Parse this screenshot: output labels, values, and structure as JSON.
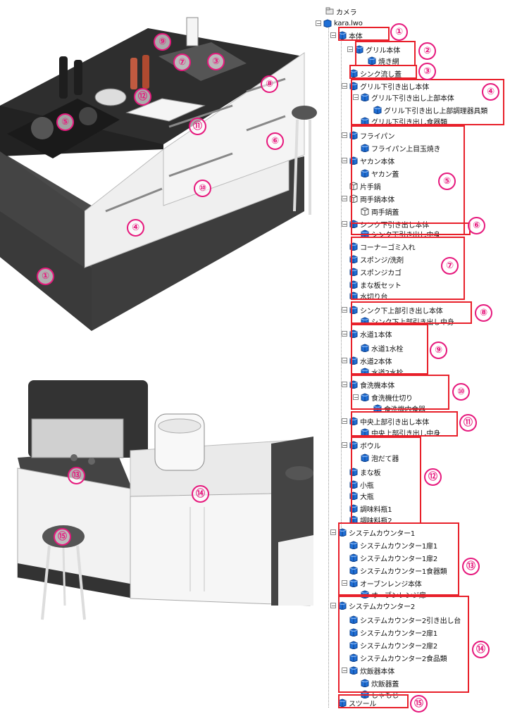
{
  "colors": {
    "accent": "#e6197d",
    "box": "#e8202a",
    "icon": "#1f6fd6"
  },
  "tree": {
    "camera": "カメラ",
    "file": "kara.lwo",
    "nodes": [
      {
        "label": "本体",
        "icon": "cube"
      },
      {
        "label": "グリル本体",
        "icon": "cube"
      },
      {
        "label": "焼き網",
        "icon": "cube"
      },
      {
        "label": "シンク流し蓋",
        "icon": "cube"
      },
      {
        "label": "グリル下引き出し本体",
        "icon": "cube"
      },
      {
        "label": "グリル下引き出し上部本体",
        "icon": "cube"
      },
      {
        "label": "グリル下引き出し上部調理器具類",
        "icon": "cube"
      },
      {
        "label": "グリル下引き出し食器類",
        "icon": "cube"
      },
      {
        "label": "フライパン",
        "icon": "cube"
      },
      {
        "label": "フライパン上目玉焼き",
        "icon": "cube"
      },
      {
        "label": "ヤカン本体",
        "icon": "cube"
      },
      {
        "label": "ヤカン蓋",
        "icon": "cube"
      },
      {
        "label": "片手鍋",
        "icon": "outline"
      },
      {
        "label": "両手鍋本体",
        "icon": "outline"
      },
      {
        "label": "両手鍋蓋",
        "icon": "outline"
      },
      {
        "label": "シンク下引き出し本体",
        "icon": "cube"
      },
      {
        "label": "シンク下引き出し中身",
        "icon": "cube"
      },
      {
        "label": "コーナーゴミ入れ",
        "icon": "cube"
      },
      {
        "label": "スポンジ/洗剤",
        "icon": "cube"
      },
      {
        "label": "スポンジカゴ",
        "icon": "cube"
      },
      {
        "label": "まな板セット",
        "icon": "cube"
      },
      {
        "label": "水切り台",
        "icon": "cube"
      },
      {
        "label": "シンク下上部引き出し本体",
        "icon": "cube"
      },
      {
        "label": "シンク下上部引き出し中身",
        "icon": "cube"
      },
      {
        "label": "水道1本体",
        "icon": "cube"
      },
      {
        "label": "水道1水栓",
        "icon": "cube"
      },
      {
        "label": "水道2本体",
        "icon": "cube"
      },
      {
        "label": "水道2水栓",
        "icon": "cube"
      },
      {
        "label": "食洗機本体",
        "icon": "cube"
      },
      {
        "label": "食洗機仕切り",
        "icon": "cube"
      },
      {
        "label": "食洗機内食器",
        "icon": "cube"
      },
      {
        "label": "中央上部引き出し本体",
        "icon": "cube"
      },
      {
        "label": "中央上部引き出し中身",
        "icon": "cube"
      },
      {
        "label": "ボウル",
        "icon": "cube"
      },
      {
        "label": "泡だて器",
        "icon": "cube"
      },
      {
        "label": "まな板",
        "icon": "cube"
      },
      {
        "label": "小瓶",
        "icon": "cube"
      },
      {
        "label": "大瓶",
        "icon": "cube"
      },
      {
        "label": "調味料瓶1",
        "icon": "cube"
      },
      {
        "label": "調味料瓶2",
        "icon": "cube"
      },
      {
        "label": "システムカウンター1",
        "icon": "cube"
      },
      {
        "label": "システムカウンター1扉1",
        "icon": "cube"
      },
      {
        "label": "システムカウンター1扉2",
        "icon": "cube"
      },
      {
        "label": "システムカウンター1食器類",
        "icon": "cube"
      },
      {
        "label": "オーブンレンジ本体",
        "icon": "cube"
      },
      {
        "label": "オーブンレンジ扉",
        "icon": "cube"
      },
      {
        "label": "システムカウンター2",
        "icon": "cube"
      },
      {
        "label": "システムカウンター2引き出し台",
        "icon": "cube"
      },
      {
        "label": "システムカウンター2扉1",
        "icon": "cube"
      },
      {
        "label": "システムカウンター2扉2",
        "icon": "cube"
      },
      {
        "label": "システムカウンター2食品類",
        "icon": "cube"
      },
      {
        "label": "炊飯器本体",
        "icon": "cube"
      },
      {
        "label": "炊飯器蓋",
        "icon": "cube"
      },
      {
        "label": "しゃもじ",
        "icon": "cube"
      },
      {
        "label": "スツール",
        "icon": "cube"
      }
    ]
  },
  "callouts": {
    "tree": [
      "①",
      "②",
      "③",
      "④",
      "⑤",
      "⑥",
      "⑦",
      "⑧",
      "⑨",
      "⑩",
      "⑪",
      "⑫",
      "⑬",
      "⑭",
      "⑮"
    ],
    "scene": [
      "⑨",
      "⑦",
      "③",
      "⑧",
      "⑫",
      "⑤",
      "⑪",
      "⑥",
      "⑩",
      "④",
      "①",
      "⑬",
      "⑭",
      "⑮"
    ]
  }
}
